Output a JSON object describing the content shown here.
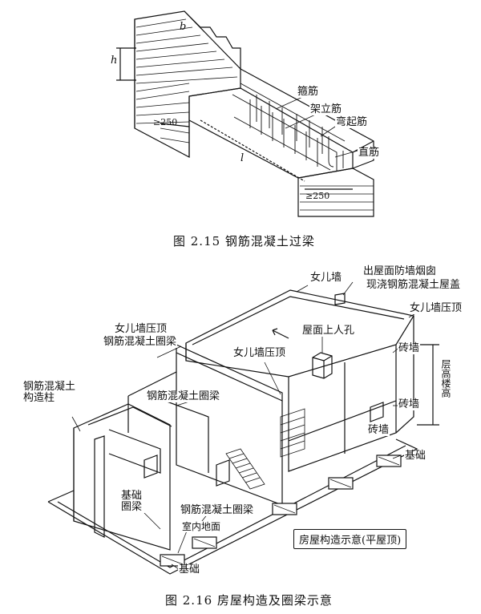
{
  "fig1": {
    "caption": "图 2.15   钢筋混凝土过梁",
    "labels": {
      "gujin": "箍筋",
      "jialijin": "架立筋",
      "wanqijin": "弯起筋",
      "zhijin": "直筋",
      "h": "h",
      "b": "b",
      "l": "l",
      "left_bearing": "≥250",
      "right_bearing": "≥250"
    }
  },
  "fig2": {
    "caption": "图 2.16   房屋构造及圈梁示意",
    "labels": {
      "nverqiang_top": "女儿墙",
      "chuwuding": "出屋面防墙烟囱",
      "xianjiao": "现浇钢筋混凝土屋盖",
      "nverqiang_yading_right": "女儿墙压顶",
      "nverqiang_yading_left": "女儿墙压顶",
      "gangjin_quanliang_1": "钢筋混凝土圈梁",
      "nverqiang_yading_mid": "女儿墙压顶",
      "wumian_shangrenkong": "屋面上人孔",
      "zhuanqiang_1": "砖墙",
      "gangjin_gouzaozhu": "钢筋混凝土构造柱",
      "gangjin_quanliang_2": "钢筋混凝土圈梁",
      "zhuanqiang_2": "砖墙",
      "zhuanqiang_3": "砖墙",
      "jichu_right": "基础",
      "jichu_quanliang": "基础圈梁",
      "gangjin_quanliang_3": "钢筋混凝土圈梁",
      "shinei_dimian": "室内地面",
      "jichu_bottom": "基础",
      "height_label": "层高楼高",
      "box_label": "房屋构造示意(平屋顶)"
    }
  }
}
